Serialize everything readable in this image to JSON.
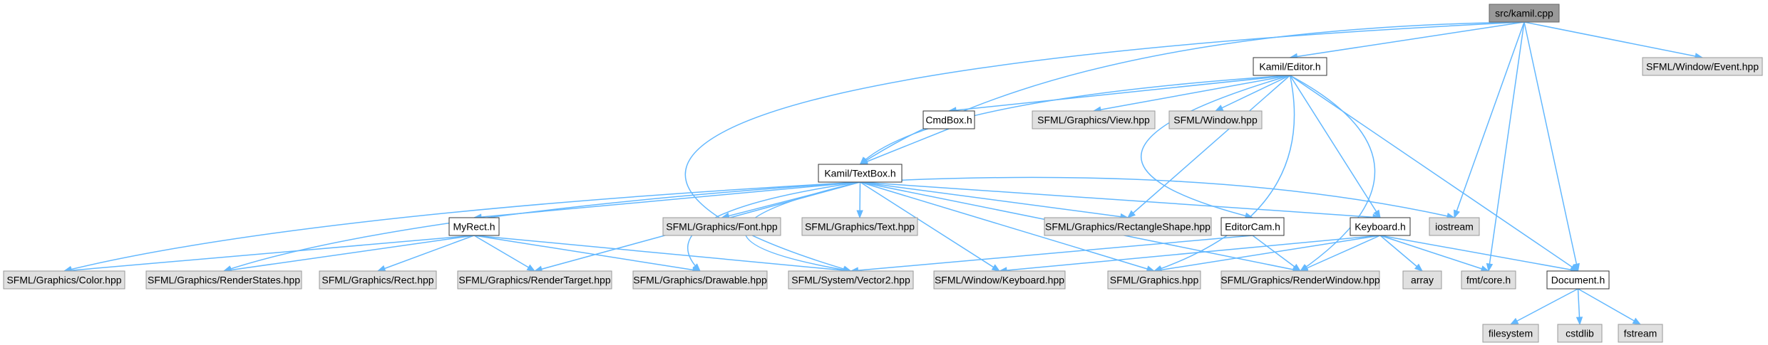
{
  "colors": {
    "edge": "#63b8ff",
    "root_fill": "#999999",
    "root_border": "#666666",
    "local_fill": "#ffffff",
    "local_border": "#333333",
    "external_fill": "#e0e0e0",
    "external_border": "#999999"
  },
  "nodes": [
    {
      "id": "kamil_cpp",
      "label": "src/kamil.cpp",
      "kind": "root"
    },
    {
      "id": "editor_h",
      "label": "Kamil/Editor.h",
      "kind": "local"
    },
    {
      "id": "event_hpp",
      "label": "SFML/Window/Event.hpp",
      "kind": "external"
    },
    {
      "id": "cmdbox_h",
      "label": "CmdBox.h",
      "kind": "local"
    },
    {
      "id": "view_hpp",
      "label": "SFML/Graphics/View.hpp",
      "kind": "external"
    },
    {
      "id": "window_hpp",
      "label": "SFML/Window.hpp",
      "kind": "external"
    },
    {
      "id": "textbox_h",
      "label": "Kamil/TextBox.h",
      "kind": "local"
    },
    {
      "id": "myrect_h",
      "label": "MyRect.h",
      "kind": "local"
    },
    {
      "id": "font_hpp",
      "label": "SFML/Graphics/Font.hpp",
      "kind": "external"
    },
    {
      "id": "text_hpp",
      "label": "SFML/Graphics/Text.hpp",
      "kind": "external"
    },
    {
      "id": "rectshape_hpp",
      "label": "SFML/Graphics/RectangleShape.hpp",
      "kind": "external"
    },
    {
      "id": "editorcam_h",
      "label": "EditorCam.h",
      "kind": "local"
    },
    {
      "id": "keyboard_h",
      "label": "Keyboard.h",
      "kind": "local"
    },
    {
      "id": "iostream",
      "label": "iostream",
      "kind": "external"
    },
    {
      "id": "color_hpp",
      "label": "SFML/Graphics/Color.hpp",
      "kind": "external"
    },
    {
      "id": "renderstates_hpp",
      "label": "SFML/Graphics/RenderStates.hpp",
      "kind": "external"
    },
    {
      "id": "rect_hpp",
      "label": "SFML/Graphics/Rect.hpp",
      "kind": "external"
    },
    {
      "id": "rendertarget_hpp",
      "label": "SFML/Graphics/RenderTarget.hpp",
      "kind": "external"
    },
    {
      "id": "drawable_hpp",
      "label": "SFML/Graphics/Drawable.hpp",
      "kind": "external"
    },
    {
      "id": "vector2_hpp",
      "label": "SFML/System/Vector2.hpp",
      "kind": "external"
    },
    {
      "id": "kbd_hpp",
      "label": "SFML/Window/Keyboard.hpp",
      "kind": "external"
    },
    {
      "id": "graphics_hpp",
      "label": "SFML/Graphics.hpp",
      "kind": "external"
    },
    {
      "id": "renderwindow_hpp",
      "label": "SFML/Graphics/RenderWindow.hpp",
      "kind": "external"
    },
    {
      "id": "array",
      "label": "array",
      "kind": "external"
    },
    {
      "id": "fmtcore_h",
      "label": "fmt/core.h",
      "kind": "external"
    },
    {
      "id": "document_h",
      "label": "Document.h",
      "kind": "local"
    },
    {
      "id": "filesystem",
      "label": "filesystem",
      "kind": "external"
    },
    {
      "id": "cstdlib",
      "label": "cstdlib",
      "kind": "external"
    },
    {
      "id": "fstream",
      "label": "fstream",
      "kind": "external"
    }
  ],
  "edges": [
    [
      "kamil_cpp",
      "editor_h"
    ],
    [
      "kamil_cpp",
      "event_hpp"
    ],
    [
      "kamil_cpp",
      "textbox_h"
    ],
    [
      "kamil_cpp",
      "vector2_hpp"
    ],
    [
      "kamil_cpp",
      "iostream"
    ],
    [
      "kamil_cpp",
      "fmtcore_h"
    ],
    [
      "kamil_cpp",
      "document_h"
    ],
    [
      "editor_h",
      "cmdbox_h"
    ],
    [
      "editor_h",
      "view_hpp"
    ],
    [
      "editor_h",
      "window_hpp"
    ],
    [
      "editor_h",
      "textbox_h"
    ],
    [
      "editor_h",
      "rectshape_hpp"
    ],
    [
      "editor_h",
      "editorcam_h"
    ],
    [
      "editor_h",
      "keyboard_h"
    ],
    [
      "editor_h",
      "graphics_hpp"
    ],
    [
      "editor_h",
      "renderwindow_hpp"
    ],
    [
      "editor_h",
      "document_h"
    ],
    [
      "cmdbox_h",
      "textbox_h"
    ],
    [
      "textbox_h",
      "myrect_h"
    ],
    [
      "textbox_h",
      "font_hpp"
    ],
    [
      "textbox_h",
      "text_hpp"
    ],
    [
      "textbox_h",
      "rectshape_hpp"
    ],
    [
      "textbox_h",
      "keyboard_h"
    ],
    [
      "textbox_h",
      "iostream"
    ],
    [
      "textbox_h",
      "color_hpp"
    ],
    [
      "textbox_h",
      "renderstates_hpp"
    ],
    [
      "textbox_h",
      "rendertarget_hpp"
    ],
    [
      "textbox_h",
      "drawable_hpp"
    ],
    [
      "textbox_h",
      "vector2_hpp"
    ],
    [
      "textbox_h",
      "kbd_hpp"
    ],
    [
      "textbox_h",
      "graphics_hpp"
    ],
    [
      "textbox_h",
      "renderwindow_hpp"
    ],
    [
      "myrect_h",
      "color_hpp"
    ],
    [
      "myrect_h",
      "renderstates_hpp"
    ],
    [
      "myrect_h",
      "rect_hpp"
    ],
    [
      "myrect_h",
      "rendertarget_hpp"
    ],
    [
      "myrect_h",
      "drawable_hpp"
    ],
    [
      "myrect_h",
      "vector2_hpp"
    ],
    [
      "editorcam_h",
      "vector2_hpp"
    ],
    [
      "editorcam_h",
      "renderwindow_hpp"
    ],
    [
      "keyboard_h",
      "kbd_hpp"
    ],
    [
      "keyboard_h",
      "graphics_hpp"
    ],
    [
      "keyboard_h",
      "renderwindow_hpp"
    ],
    [
      "keyboard_h",
      "array"
    ],
    [
      "keyboard_h",
      "fmtcore_h"
    ],
    [
      "keyboard_h",
      "document_h"
    ],
    [
      "document_h",
      "filesystem"
    ],
    [
      "document_h",
      "cstdlib"
    ],
    [
      "document_h",
      "fstream"
    ]
  ]
}
